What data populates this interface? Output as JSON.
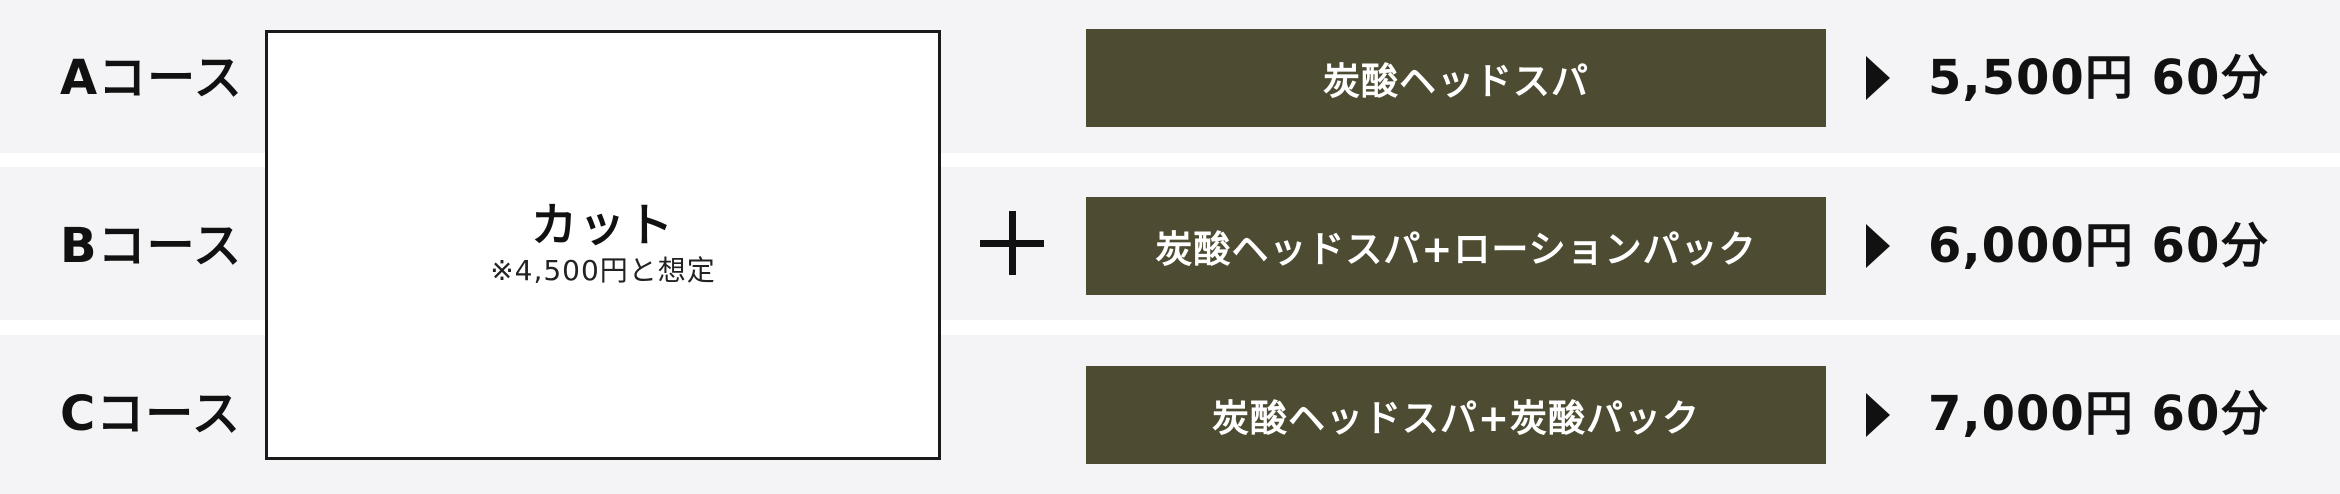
{
  "courses": [
    {
      "label": "Aコース",
      "option": "炭酸ヘッドスパ",
      "price": "5,500円 60分"
    },
    {
      "label": "Bコース",
      "option": "炭酸ヘッドスパ+ローションパック",
      "price": "6,000円 60分"
    },
    {
      "label": "Cコース",
      "option": "炭酸ヘッドスパ+炭酸パック",
      "price": "7,000円 60分"
    }
  ],
  "cut": {
    "title": "カット",
    "note": "※4,500円と想定"
  },
  "icons": {
    "plus": "plus-icon",
    "arrow": "triangle-right-icon"
  },
  "colors": {
    "option_bg": "#4d4c33",
    "row_bg": "#f4f4f6",
    "text": "#111111"
  }
}
